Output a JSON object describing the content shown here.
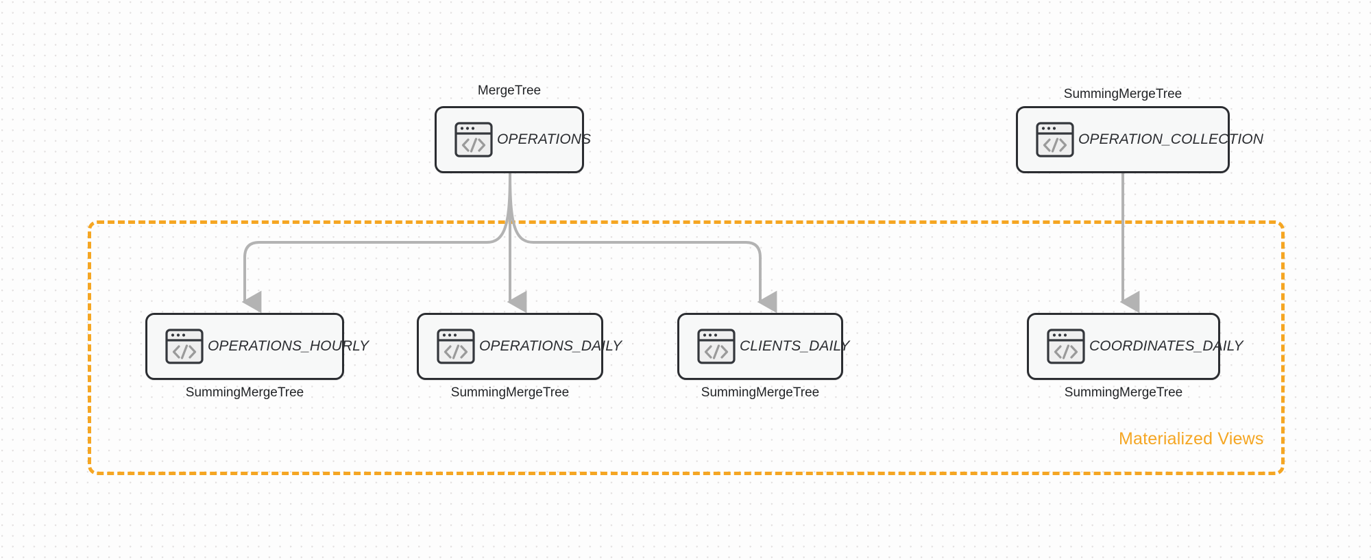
{
  "diagram": {
    "title": "ClickHouse table and materialized view hierarchy",
    "accent_color": "#F5A623",
    "node_border_color": "#2b2d31",
    "edge_color": "#b3b3b3",
    "background": "#fdfdfd"
  },
  "group": {
    "label": "Materialized Views",
    "style": "dashed"
  },
  "nodes": [
    {
      "id": "operations",
      "title": "OPERATIONS",
      "engine": "MergeTree",
      "engine_position": "above",
      "icon": "code-window-icon"
    },
    {
      "id": "operation_collection",
      "title": "OPERATION_COLLECTION",
      "engine": "SummingMergeTree",
      "engine_position": "above",
      "icon": "code-window-icon"
    },
    {
      "id": "operations_hourly",
      "title": "OPERATIONS_HOURLY",
      "engine": "SummingMergeTree",
      "engine_position": "below",
      "icon": "code-window-icon"
    },
    {
      "id": "operations_daily",
      "title": "OPERATIONS_DAILY",
      "engine": "SummingMergeTree",
      "engine_position": "below",
      "icon": "code-window-icon"
    },
    {
      "id": "clients_daily",
      "title": "CLIENTS_DAILY",
      "engine": "SummingMergeTree",
      "engine_position": "below",
      "icon": "code-window-icon"
    },
    {
      "id": "coordinates_daily",
      "title": "COORDINATES_DAILY",
      "engine": "SummingMergeTree",
      "engine_position": "below",
      "icon": "code-window-icon"
    }
  ],
  "edges": [
    {
      "from": "operations",
      "to": "operations_hourly",
      "style": "elbow-left",
      "arrow": true
    },
    {
      "from": "operations",
      "to": "operations_daily",
      "style": "straight",
      "arrow": true
    },
    {
      "from": "operations",
      "to": "clients_daily",
      "style": "elbow-right",
      "arrow": true
    },
    {
      "from": "operation_collection",
      "to": "coordinates_daily",
      "style": "straight",
      "arrow": true
    }
  ]
}
